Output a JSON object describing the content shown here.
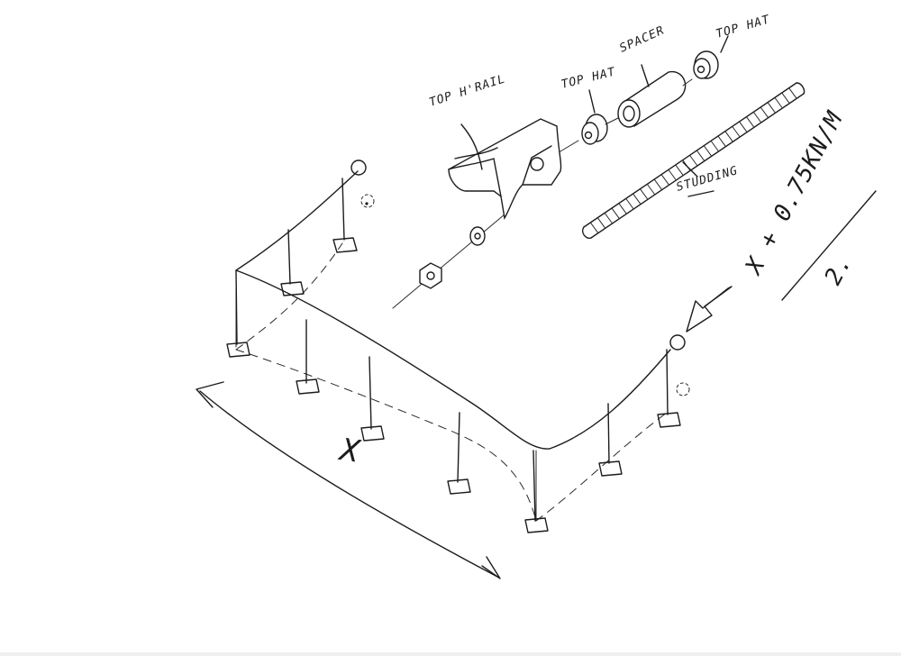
{
  "labels": {
    "top_h_rail": "TOP H'RAIL",
    "top_hat_1": "TOP HAT",
    "spacer": "SPACER",
    "top_hat_2": "TOP HAT",
    "studding": "STUDDING",
    "dimension": "X",
    "formula_numerator": "X + 0.75KN/M",
    "formula_denominator": "2."
  },
  "colors": {
    "ink": "#1c1c1c",
    "paper": "#ffffff"
  }
}
